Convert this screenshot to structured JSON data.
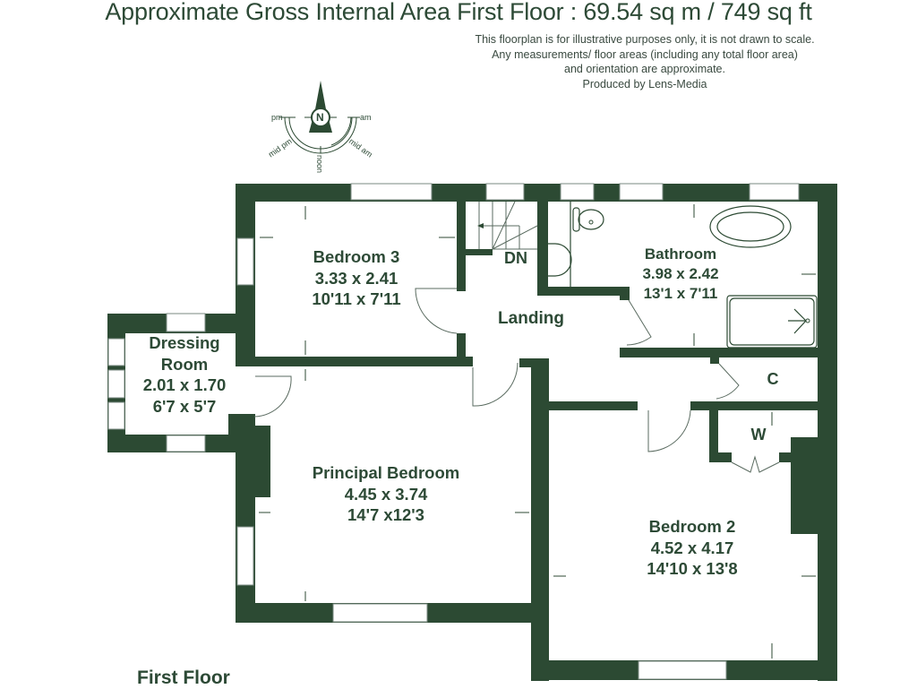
{
  "header": {
    "title": "Approximate Gross Internal Area First Floor : 69.54 sq m / 749 sq ft",
    "disclaimer": [
      "This floorplan is for illustrative purposes only, it is not drawn to scale.",
      "Any measurements/ floor areas (including any total floor area)",
      "and orientation are approximate.",
      "Produced by Lens-Media"
    ]
  },
  "compass": {
    "north": "N",
    "labels": {
      "pm": "pm",
      "am": "am",
      "mid_pm": "mid pm",
      "mid_am": "mid am",
      "noon": "noon"
    }
  },
  "colors": {
    "wall": "#2c4a33",
    "text": "#2d4a36",
    "line": "#5a6b60",
    "background": "#ffffff"
  },
  "rooms": {
    "bedroom3": {
      "name": "Bedroom 3",
      "metric": "3.33 x 2.41",
      "imperial": "10'11 x 7'11"
    },
    "bathroom": {
      "name": "Bathroom",
      "metric": "3.98 x 2.42",
      "imperial": "13'1 x 7'11"
    },
    "dressing": {
      "name_line1": "Dressing",
      "name_line2": "Room",
      "metric": "2.01 x 1.70",
      "imperial": "6'7 x 5'7"
    },
    "principal": {
      "name": "Principal Bedroom",
      "metric": "4.45 x 3.74",
      "imperial": "14'7 x12'3"
    },
    "bedroom2": {
      "name": "Bedroom 2",
      "metric": "4.52 x 4.17",
      "imperial": "14'10 x 13'8"
    },
    "landing": {
      "name": "Landing"
    },
    "stairs": {
      "label": "DN"
    },
    "cupboard": {
      "label": "C"
    },
    "wardrobe": {
      "label": "W"
    }
  },
  "footer": {
    "floor_label": "First Floor"
  }
}
